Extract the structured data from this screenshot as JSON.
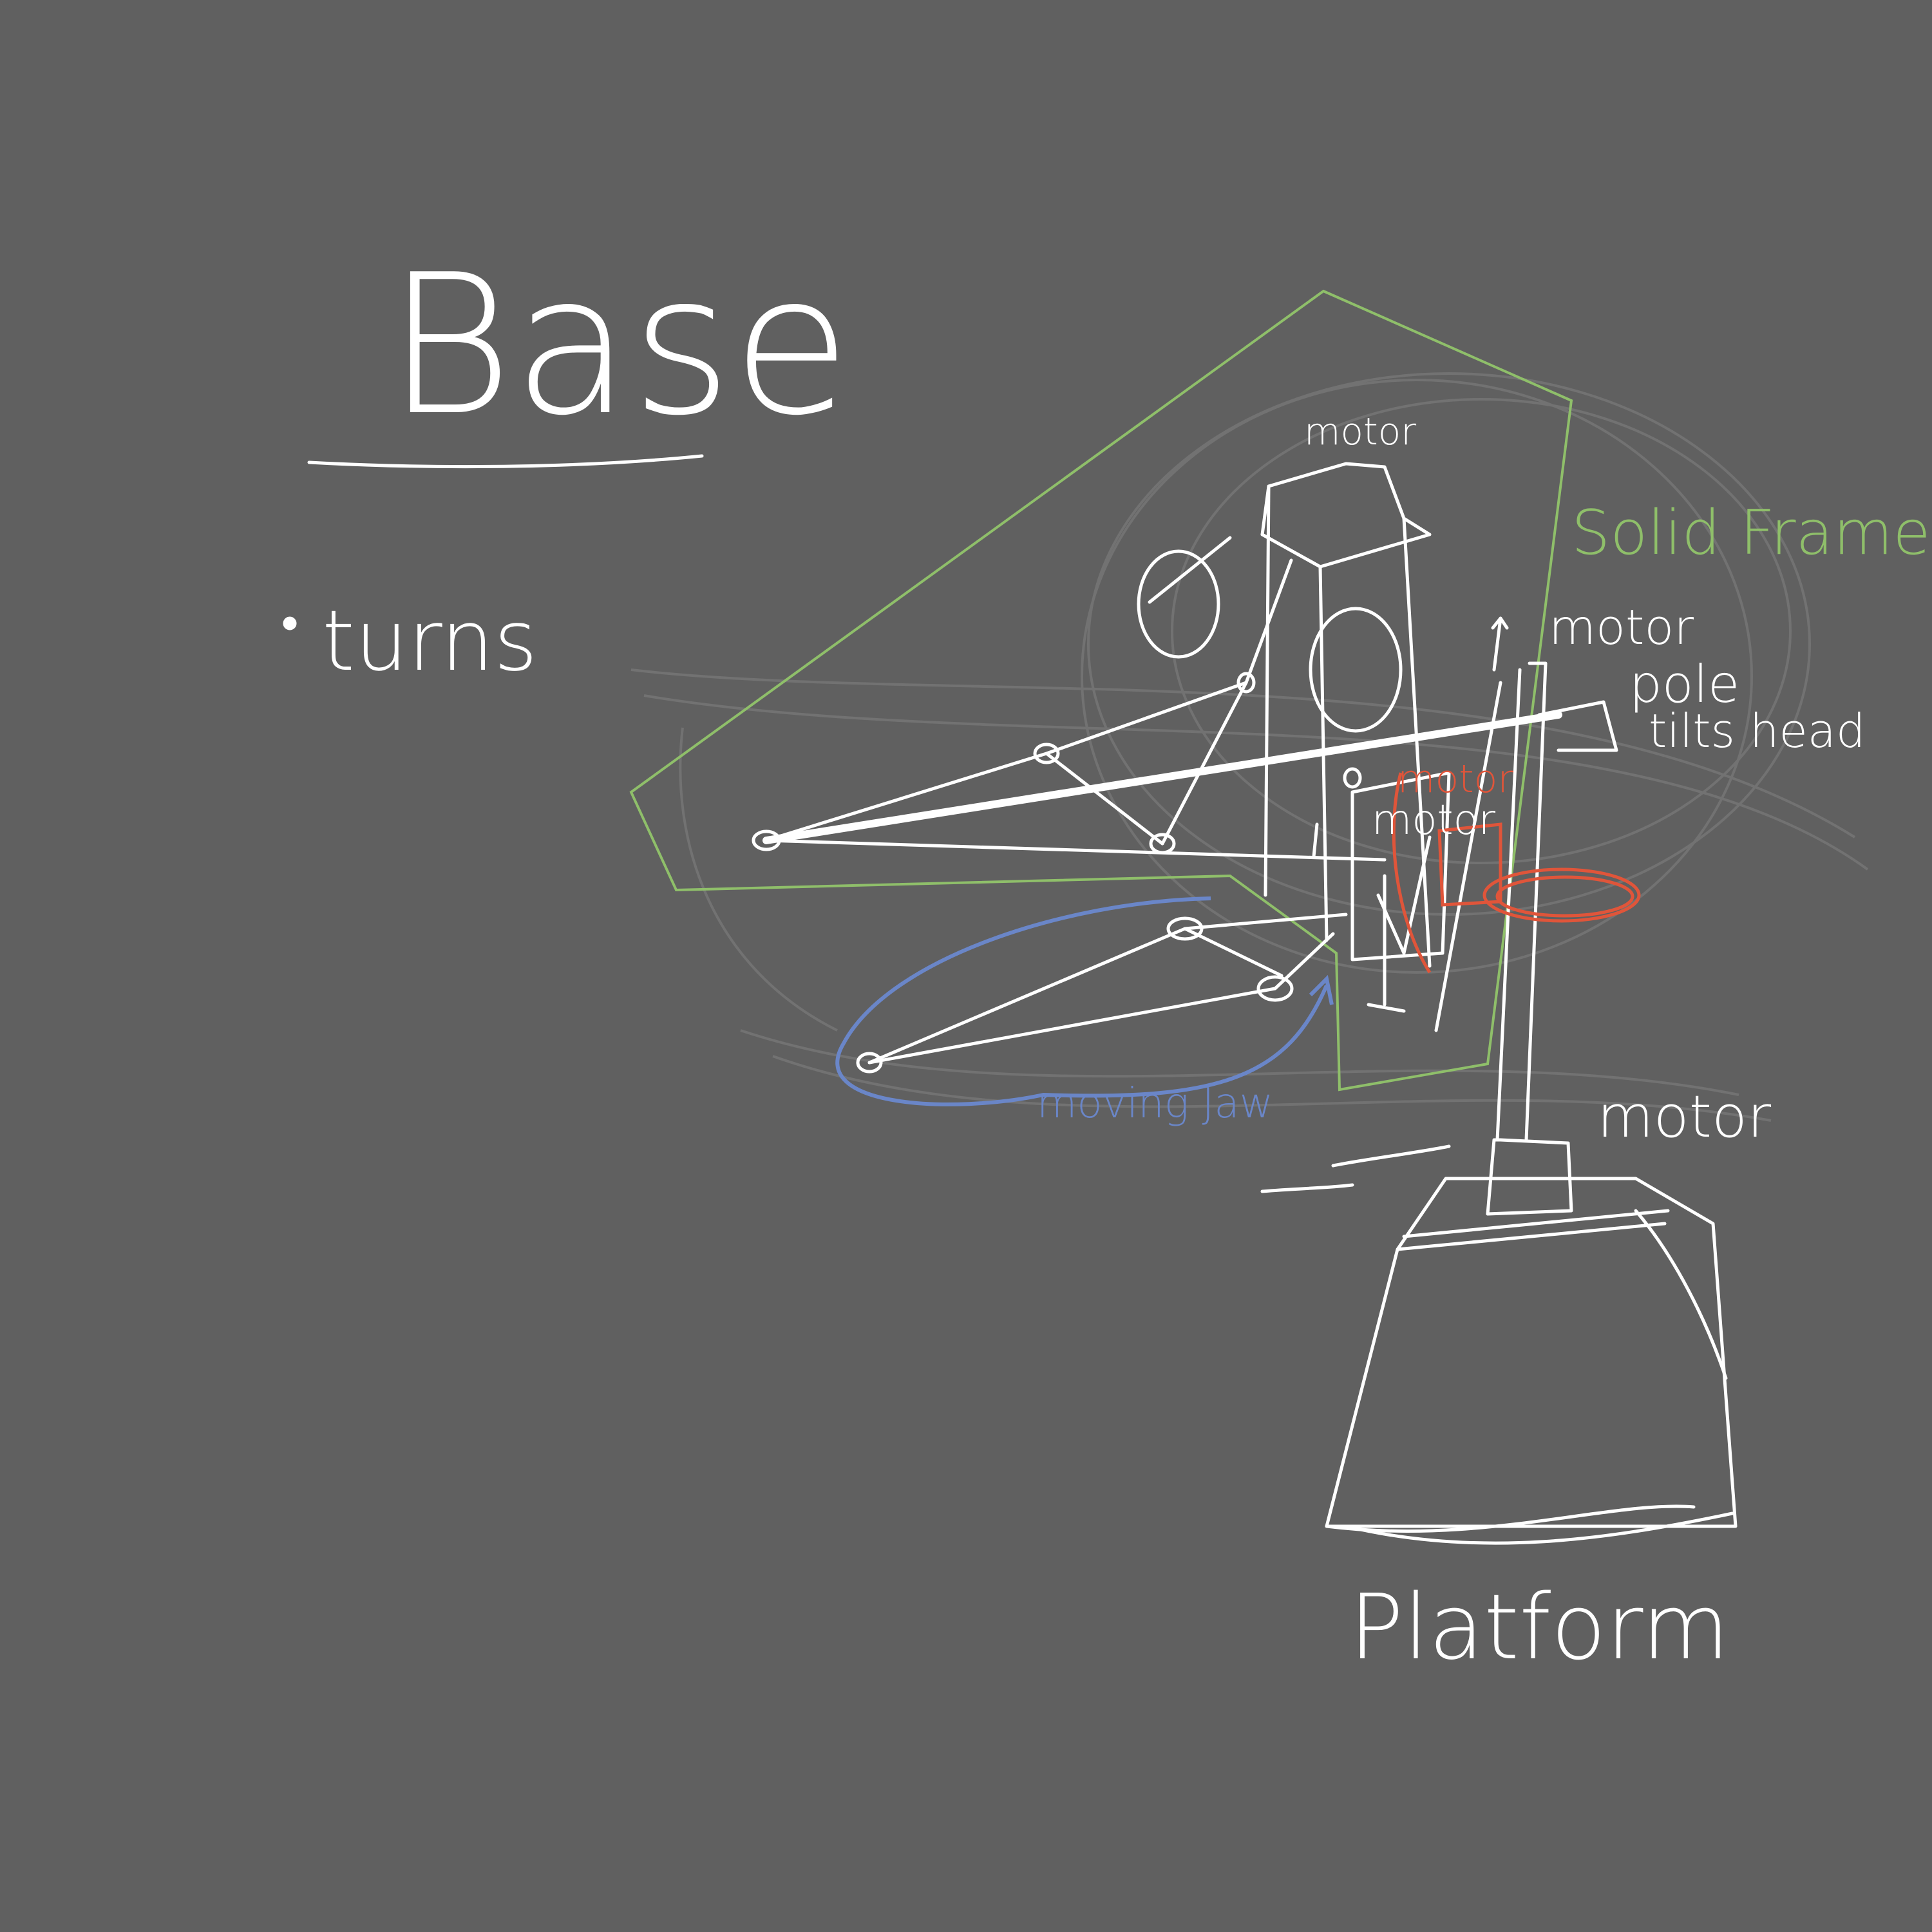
{
  "sketch": {
    "heading": "Base",
    "bullet_item": "turns",
    "labels": {
      "motor_top": "motor",
      "solid_frame": "Solid Frame",
      "motor_right": "motor",
      "pole": "pole",
      "tilts_head": "tilts head",
      "motor_middle": "motor",
      "motor_red": "motor",
      "moving_jaw": "moving Jaw",
      "motor_bottom": "motor",
      "platform": "Platform"
    },
    "colors": {
      "background": "#606060",
      "ink_white": "#ffffff",
      "ink_green": "#8fbf6a",
      "ink_blue": "#6a86c8",
      "ink_red": "#e0553a",
      "ink_ghost": "#7a7a7a"
    }
  }
}
